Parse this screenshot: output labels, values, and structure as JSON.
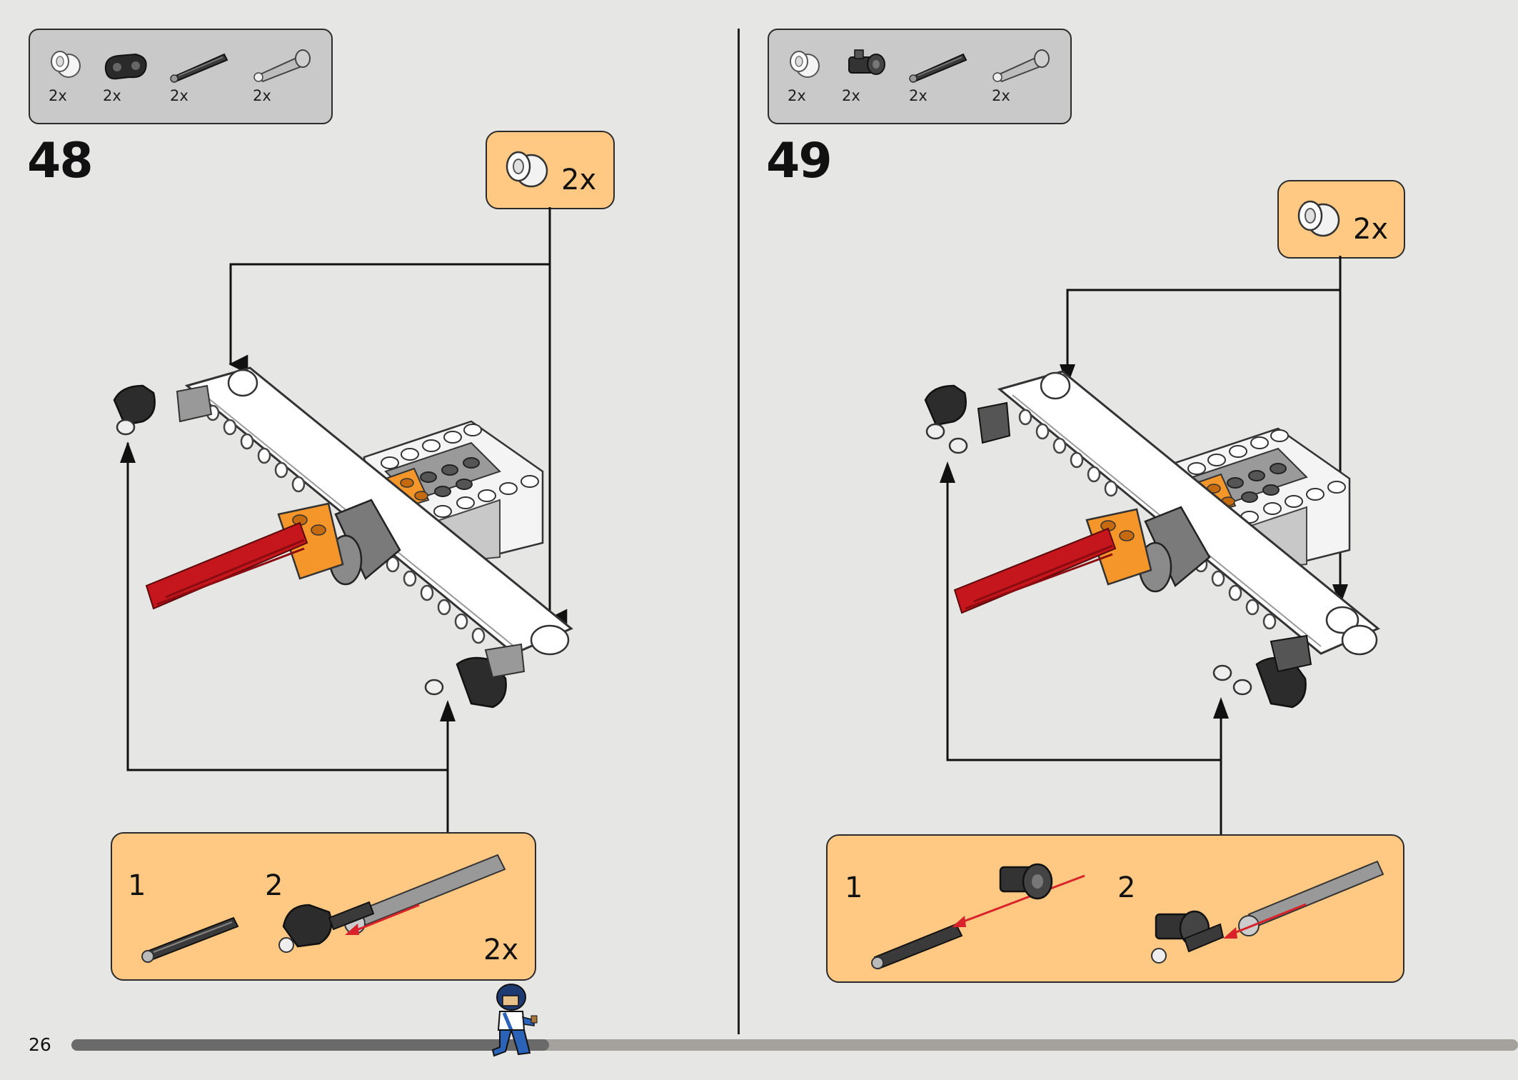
{
  "page": {
    "number": "26"
  },
  "steps": [
    {
      "number": "48",
      "parts": [
        {
          "icon": "bush-icon",
          "qty": "2x"
        },
        {
          "icon": "connector-icon",
          "qty": "2x"
        },
        {
          "icon": "axle-icon",
          "qty": "2x"
        },
        {
          "icon": "pin-icon",
          "qty": "2x"
        }
      ],
      "callout_qty": "2x",
      "sub_steps": [
        "1",
        "2"
      ],
      "sub_qty": "2x"
    },
    {
      "number": "49",
      "parts": [
        {
          "icon": "bush-icon",
          "qty": "2x"
        },
        {
          "icon": "cross-connector-icon",
          "qty": "2x"
        },
        {
          "icon": "axle-icon",
          "qty": "2x"
        },
        {
          "icon": "pin-icon",
          "qty": "2x"
        }
      ],
      "callout_qty": "2x",
      "sub_steps": [
        "1",
        "2"
      ]
    }
  ],
  "colors": {
    "background": "#e6e6e5",
    "callout": "#ffc983",
    "parts_box": "#c9c9c9",
    "accent_orange": "#f5962a",
    "accent_red": "#c4161c",
    "insertion_arrow": "#d8232a"
  },
  "progress": {
    "fraction": 0.33
  }
}
